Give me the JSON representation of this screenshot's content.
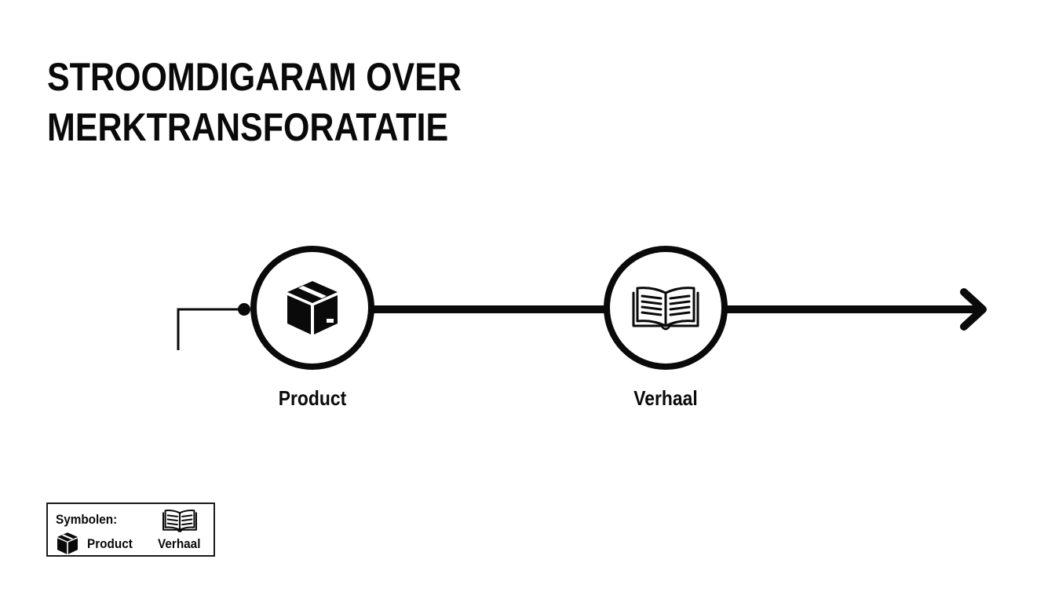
{
  "diagram": {
    "title_lines": [
      "STROOMDIGARAM OVER",
      "MERKTRANSFORATATIE"
    ],
    "nodes": [
      {
        "label": "Product",
        "icon": "box-icon"
      },
      {
        "label": "Verhaal",
        "icon": "open-book-icon"
      }
    ],
    "edges": [
      {
        "from": "start",
        "to": "Product"
      },
      {
        "from": "Product",
        "to": "Verhaal"
      },
      {
        "from": "Verhaal",
        "to": "end",
        "arrow": true
      }
    ]
  },
  "legend": {
    "title": "Symbolen:",
    "items": [
      {
        "label": "Product",
        "icon": "box-icon"
      },
      {
        "label": "Verhaal",
        "icon": "open-book-icon"
      }
    ]
  },
  "colors": {
    "stroke": "#0a0a0a",
    "background": "#ffffff"
  }
}
